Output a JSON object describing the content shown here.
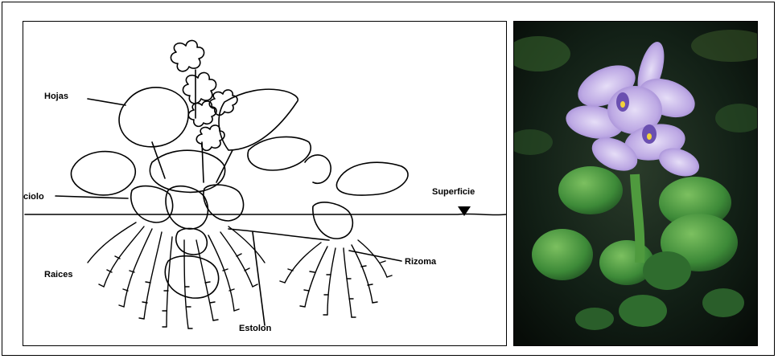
{
  "diagram": {
    "labels": {
      "hojas": "Hojas",
      "peciolo": "ciolo",
      "superficie": "Superficie",
      "raices": "Raices",
      "rizoma": "Rizoma",
      "estolon": "Estolon"
    }
  },
  "photo": {
    "subject": "water-hyacinth-flower",
    "colors": {
      "petal": "#b9a6e0",
      "petal_light": "#d7cdf0",
      "leaf": "#3f8a3a",
      "water": "#0f1a12"
    }
  }
}
